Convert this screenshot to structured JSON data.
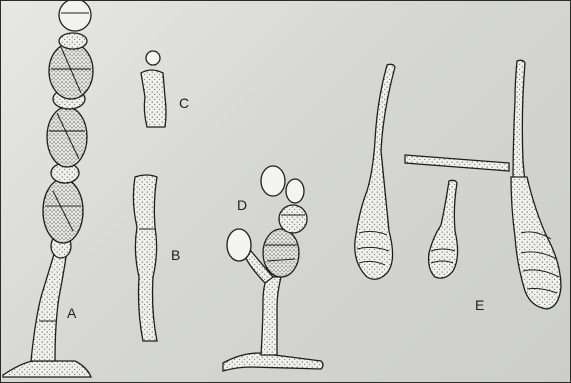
{
  "figure": {
    "labels": {
      "a": "A",
      "b": "B",
      "c": "C",
      "d": "D",
      "e": "E"
    },
    "colors": {
      "background": "#d6d7d5",
      "ink": "#1e1e1e",
      "stipple": "#3a3a3a"
    }
  }
}
